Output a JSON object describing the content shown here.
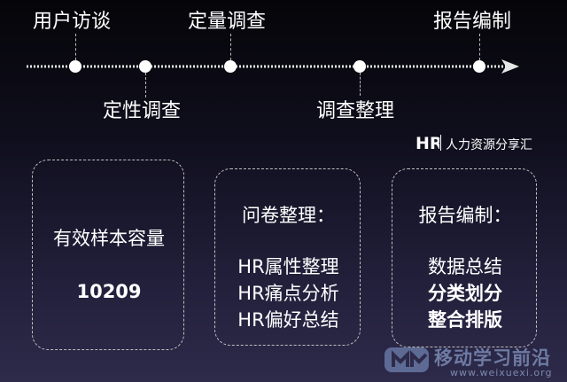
{
  "timeline": {
    "top_labels": [
      "用户访谈",
      "定量调查",
      "报告编制"
    ],
    "bottom_labels": [
      "定性调查",
      "调查整理"
    ]
  },
  "logo": {
    "mark": "HR",
    "text": "人力资源分享汇"
  },
  "cards": [
    {
      "title": "有效样本容量",
      "value": "10209"
    },
    {
      "title": "问卷整理：",
      "items": [
        "HR属性整理",
        "HR痛点分析",
        "HR偏好总结"
      ]
    },
    {
      "title": "报告编制：",
      "items": [
        "数据总结",
        "分类划分",
        "整合排版"
      ]
    }
  ],
  "watermark": {
    "text": "移动学习前沿",
    "url": "www.weixuexi.org"
  },
  "colors": {
    "background_top": "#050509",
    "background_bottom": "#2e2a4a",
    "accent": "#ffffff",
    "watermark": "#6e7ba3"
  }
}
